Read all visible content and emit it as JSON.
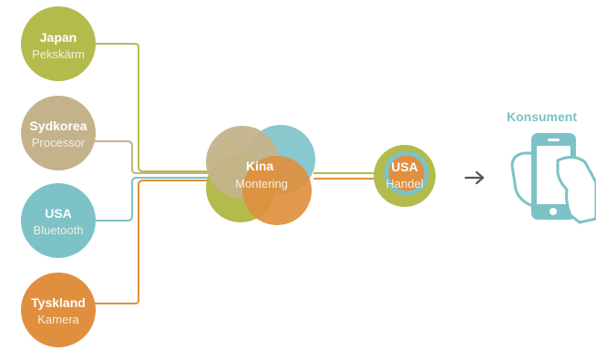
{
  "suppliers": [
    {
      "country": "Japan",
      "role": "Pekskärm",
      "color": "#b3bb4c"
    },
    {
      "country": "Sydkorea",
      "role": "Processor",
      "color": "#c4b38a"
    },
    {
      "country": "USA",
      "role": "Bluetooth",
      "color": "#7cc2c6"
    },
    {
      "country": "Tyskland",
      "role": "Kamera",
      "color": "#e08f3e"
    }
  ],
  "assembly": {
    "country": "Kina",
    "role": "Montering"
  },
  "retail": {
    "country": "USA",
    "role": "Handel"
  },
  "consumer": {
    "label": "Konsument"
  },
  "colors": {
    "olive": "#b3bb4c",
    "tan": "#c4b38a",
    "teal": "#7cc2c6",
    "orange": "#e08f3e",
    "arrow": "#555555",
    "phone": "#7cc2c6"
  }
}
